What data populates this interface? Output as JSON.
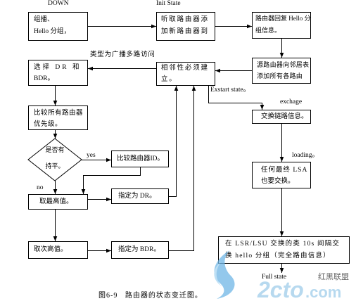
{
  "state_labels": {
    "down": "DOWN",
    "init_state": "Init State",
    "exstart_state": "Exstart state。",
    "exchange": "exchage",
    "loading": "loading。",
    "full_state": "Full state"
  },
  "boxes": {
    "multicast_hello": [
      "组播、",
      "Hello 分组，"
    ],
    "listen_router": [
      "听取路由器添",
      "加新路由器到"
    ],
    "router_reply": [
      "路由器回复 Hello 分",
      "组信息。"
    ],
    "source_router": [
      "源路由器向邻居表",
      "添加所有各路由"
    ],
    "adjacency": [
      "相邻性必须建",
      "立。"
    ],
    "select_dr_bdr": [
      "选择 DR 和",
      "BDR。"
    ],
    "compare_priority": [
      "比较所有路由器",
      "优先级。"
    ],
    "compare_router_id": [
      "比较路由器ID。"
    ],
    "take_highest": [
      "取最高值。"
    ],
    "assign_dr": [
      "指定为 DR。"
    ],
    "take_second": [
      "取次高值。"
    ],
    "assign_bdr": [
      "指定为 BDR。"
    ],
    "exchange_link_info": [
      "交换链路信息。"
    ],
    "final_lsa": [
      "任何最终 LSA",
      "也要交换。"
    ],
    "hello_interval": [
      "在 LSR/LSU 交换的类 10s 间隔交",
      "换 hello 分组（完全路由信息）"
    ]
  },
  "decision": {
    "tie_check": [
      "是否有",
      "持平。"
    ],
    "yes": "yes",
    "no": "no"
  },
  "edge_labels": {
    "broadcast_multiaccess": "类型为广播多路访问"
  },
  "caption": "图6-9   路由器的状态变迁图。",
  "watermark": {
    "brand": "2cto",
    "domain_suffix": ".com",
    "site_name": "红黑联盟",
    "color": "#9fcdea"
  },
  "colors": {
    "line": "#000000",
    "background": "#ffffff"
  }
}
